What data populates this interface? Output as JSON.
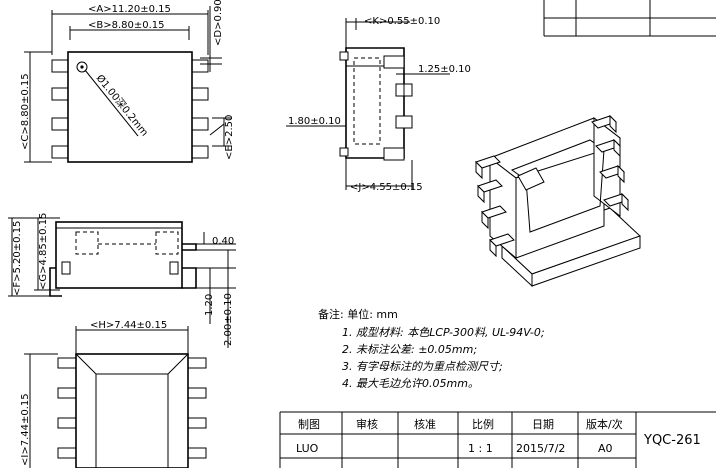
{
  "dimensions": {
    "A": "<A>11.20±0.15",
    "B": "<B>8.80±0.15",
    "D": "<D>0.90",
    "C": "<C>8.80±0.15",
    "hole": "Ø1.00深0.2mm",
    "E": "<E>2.50",
    "K": "<K>0.55±0.10",
    "pin_height": "1.25±0.10",
    "slot_offset": "1.80±0.10",
    "J": "<J>4.55±0.15",
    "F": "<F>5.20±0.15",
    "G": "<G>4.85±0.15",
    "lead_thick": "0.40",
    "lead_gap": "1.20",
    "lead_total": "2.00±0.10",
    "H": "<H>7.44±0.15",
    "I": "<I>7.44±0.15"
  },
  "notes": {
    "header": "备注: 单位: mm",
    "items": [
      "1. 成型材料: 本色LCP-300料, UL-94V-0;",
      "2. 未标注公差: ±0.05mm;",
      "3. 有字母标注的为重点检测尺寸;",
      "4. 最大毛边允许0.05mm。"
    ]
  },
  "title_block": {
    "headers": [
      "制图",
      "审核",
      "核准",
      "比例",
      "日期",
      "版本/次"
    ],
    "values": [
      "LUO",
      "",
      "",
      "1 : 1",
      "2015/7/2",
      "A0"
    ],
    "part_number": "YQC-261"
  }
}
